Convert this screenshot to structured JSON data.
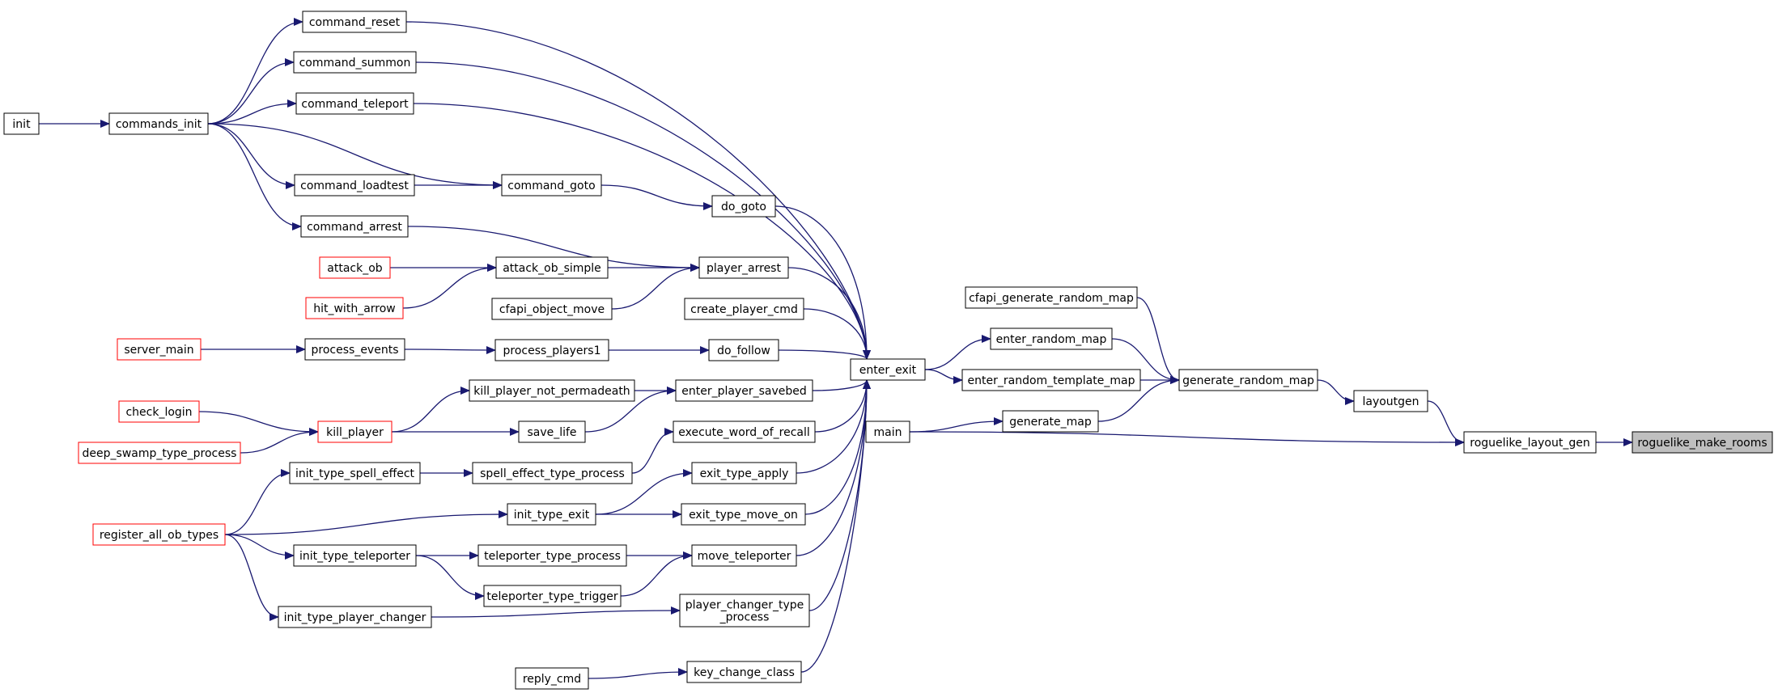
{
  "colors": {
    "edge": "#191970",
    "box_border": "#000000",
    "red_border": "#ff0000",
    "highlight_fill": "#bfbfbf"
  },
  "nodes": [
    {
      "id": "roguelike_make_rooms",
      "lines": [
        "roguelike_make_rooms"
      ],
      "style": "highlight"
    },
    {
      "id": "roguelike_layout_gen",
      "lines": [
        "roguelike_layout_gen"
      ],
      "style": "normal"
    },
    {
      "id": "layoutgen",
      "lines": [
        "layoutgen"
      ],
      "style": "normal"
    },
    {
      "id": "main",
      "lines": [
        "main"
      ],
      "style": "normal"
    },
    {
      "id": "generate_random_map",
      "lines": [
        "generate_random_map"
      ],
      "style": "normal"
    },
    {
      "id": "cfapi_generate_random_map",
      "lines": [
        "cfapi_generate_random_map"
      ],
      "style": "normal"
    },
    {
      "id": "enter_random_map",
      "lines": [
        "enter_random_map"
      ],
      "style": "normal"
    },
    {
      "id": "enter_random_template_map",
      "lines": [
        "enter_random_template_map"
      ],
      "style": "normal"
    },
    {
      "id": "generate_map",
      "lines": [
        "generate_map"
      ],
      "style": "normal"
    },
    {
      "id": "enter_exit",
      "lines": [
        "enter_exit"
      ],
      "style": "normal"
    },
    {
      "id": "command_reset",
      "lines": [
        "command_reset"
      ],
      "style": "normal"
    },
    {
      "id": "command_summon",
      "lines": [
        "command_summon"
      ],
      "style": "normal"
    },
    {
      "id": "command_teleport",
      "lines": [
        "command_teleport"
      ],
      "style": "normal"
    },
    {
      "id": "commands_init",
      "lines": [
        "commands_init"
      ],
      "style": "normal"
    },
    {
      "id": "init",
      "lines": [
        "init"
      ],
      "style": "normal"
    },
    {
      "id": "command_loadtest",
      "lines": [
        "command_loadtest"
      ],
      "style": "normal"
    },
    {
      "id": "command_goto",
      "lines": [
        "command_goto"
      ],
      "style": "normal"
    },
    {
      "id": "do_goto",
      "lines": [
        "do_goto"
      ],
      "style": "normal"
    },
    {
      "id": "command_arrest",
      "lines": [
        "command_arrest"
      ],
      "style": "normal"
    },
    {
      "id": "attack_ob",
      "lines": [
        "attack_ob"
      ],
      "style": "red"
    },
    {
      "id": "attack_ob_simple",
      "lines": [
        "attack_ob_simple"
      ],
      "style": "normal"
    },
    {
      "id": "player_arrest",
      "lines": [
        "player_arrest"
      ],
      "style": "normal"
    },
    {
      "id": "hit_with_arrow",
      "lines": [
        "hit_with_arrow"
      ],
      "style": "red"
    },
    {
      "id": "cfapi_object_move",
      "lines": [
        "cfapi_object_move"
      ],
      "style": "normal"
    },
    {
      "id": "create_player_cmd",
      "lines": [
        "create_player_cmd"
      ],
      "style": "normal"
    },
    {
      "id": "server_main",
      "lines": [
        "server_main"
      ],
      "style": "red"
    },
    {
      "id": "process_events",
      "lines": [
        "process_events"
      ],
      "style": "normal"
    },
    {
      "id": "process_players1",
      "lines": [
        "process_players1"
      ],
      "style": "normal"
    },
    {
      "id": "do_follow",
      "lines": [
        "do_follow"
      ],
      "style": "normal"
    },
    {
      "id": "kill_player_not_permadeath",
      "lines": [
        "kill_player_not_permadeath"
      ],
      "style": "normal"
    },
    {
      "id": "enter_player_savebed",
      "lines": [
        "enter_player_savebed"
      ],
      "style": "normal"
    },
    {
      "id": "check_login",
      "lines": [
        "check_login"
      ],
      "style": "red"
    },
    {
      "id": "kill_player",
      "lines": [
        "kill_player"
      ],
      "style": "red"
    },
    {
      "id": "save_life",
      "lines": [
        "save_life"
      ],
      "style": "normal"
    },
    {
      "id": "execute_word_of_recall",
      "lines": [
        "execute_word_of_recall"
      ],
      "style": "normal"
    },
    {
      "id": "deep_swamp_type_process",
      "lines": [
        "deep_swamp_type_process"
      ],
      "style": "red"
    },
    {
      "id": "init_type_spell_effect",
      "lines": [
        "init_type_spell_effect"
      ],
      "style": "normal"
    },
    {
      "id": "spell_effect_type_process",
      "lines": [
        "spell_effect_type_process"
      ],
      "style": "normal"
    },
    {
      "id": "exit_type_apply",
      "lines": [
        "exit_type_apply"
      ],
      "style": "normal"
    },
    {
      "id": "register_all_ob_types",
      "lines": [
        "register_all_ob_types"
      ],
      "style": "red"
    },
    {
      "id": "init_type_exit",
      "lines": [
        "init_type_exit"
      ],
      "style": "normal"
    },
    {
      "id": "exit_type_move_on",
      "lines": [
        "exit_type_move_on"
      ],
      "style": "normal"
    },
    {
      "id": "init_type_teleporter",
      "lines": [
        "init_type_teleporter"
      ],
      "style": "normal"
    },
    {
      "id": "teleporter_type_process",
      "lines": [
        "teleporter_type_process"
      ],
      "style": "normal"
    },
    {
      "id": "move_teleporter",
      "lines": [
        "move_teleporter"
      ],
      "style": "normal"
    },
    {
      "id": "teleporter_type_trigger",
      "lines": [
        "teleporter_type_trigger"
      ],
      "style": "normal"
    },
    {
      "id": "init_type_player_changer",
      "lines": [
        "init_type_player_changer"
      ],
      "style": "normal"
    },
    {
      "id": "player_changer_type_process",
      "lines": [
        "player_changer_type",
        "_process"
      ],
      "style": "normal"
    },
    {
      "id": "reply_cmd",
      "lines": [
        "reply_cmd"
      ],
      "style": "normal"
    },
    {
      "id": "key_change_class",
      "lines": [
        "key_change_class"
      ],
      "style": "normal"
    }
  ],
  "edges": [
    [
      "roguelike_layout_gen",
      "roguelike_make_rooms"
    ],
    [
      "layoutgen",
      "roguelike_layout_gen"
    ],
    [
      "main",
      "roguelike_layout_gen"
    ],
    [
      "generate_random_map",
      "layoutgen"
    ],
    [
      "cfapi_generate_random_map",
      "generate_random_map"
    ],
    [
      "enter_random_map",
      "generate_random_map"
    ],
    [
      "enter_random_template_map",
      "generate_random_map"
    ],
    [
      "generate_map",
      "generate_random_map"
    ],
    [
      "main",
      "generate_map"
    ],
    [
      "enter_exit",
      "enter_random_map"
    ],
    [
      "enter_exit",
      "enter_random_template_map"
    ],
    [
      "command_reset",
      "enter_exit"
    ],
    [
      "command_summon",
      "enter_exit"
    ],
    [
      "command_teleport",
      "enter_exit"
    ],
    [
      "do_goto",
      "enter_exit"
    ],
    [
      "player_arrest",
      "enter_exit"
    ],
    [
      "create_player_cmd",
      "enter_exit"
    ],
    [
      "do_follow",
      "enter_exit"
    ],
    [
      "enter_player_savebed",
      "enter_exit"
    ],
    [
      "execute_word_of_recall",
      "enter_exit"
    ],
    [
      "exit_type_apply",
      "enter_exit"
    ],
    [
      "exit_type_move_on",
      "enter_exit"
    ],
    [
      "move_teleporter",
      "enter_exit"
    ],
    [
      "player_changer_type_process",
      "enter_exit"
    ],
    [
      "key_change_class",
      "enter_exit"
    ],
    [
      "init",
      "commands_init"
    ],
    [
      "commands_init",
      "command_reset"
    ],
    [
      "commands_init",
      "command_summon"
    ],
    [
      "commands_init",
      "command_teleport"
    ],
    [
      "commands_init",
      "command_loadtest"
    ],
    [
      "commands_init",
      "command_goto"
    ],
    [
      "commands_init",
      "command_arrest"
    ],
    [
      "command_loadtest",
      "command_goto"
    ],
    [
      "command_goto",
      "do_goto"
    ],
    [
      "command_arrest",
      "player_arrest"
    ],
    [
      "attack_ob",
      "attack_ob_simple"
    ],
    [
      "hit_with_arrow",
      "attack_ob_simple"
    ],
    [
      "attack_ob_simple",
      "player_arrest"
    ],
    [
      "cfapi_object_move",
      "player_arrest"
    ],
    [
      "server_main",
      "process_events"
    ],
    [
      "process_events",
      "process_players1"
    ],
    [
      "process_players1",
      "do_follow"
    ],
    [
      "kill_player_not_permadeath",
      "enter_player_savebed"
    ],
    [
      "check_login",
      "kill_player"
    ],
    [
      "deep_swamp_type_process",
      "kill_player"
    ],
    [
      "kill_player",
      "kill_player_not_permadeath"
    ],
    [
      "kill_player",
      "save_life"
    ],
    [
      "save_life",
      "enter_player_savebed"
    ],
    [
      "register_all_ob_types",
      "init_type_spell_effect"
    ],
    [
      "register_all_ob_types",
      "init_type_exit"
    ],
    [
      "register_all_ob_types",
      "init_type_teleporter"
    ],
    [
      "register_all_ob_types",
      "init_type_player_changer"
    ],
    [
      "init_type_spell_effect",
      "spell_effect_type_process"
    ],
    [
      "spell_effect_type_process",
      "execute_word_of_recall"
    ],
    [
      "init_type_exit",
      "exit_type_apply"
    ],
    [
      "init_type_exit",
      "exit_type_move_on"
    ],
    [
      "init_type_teleporter",
      "teleporter_type_process"
    ],
    [
      "init_type_teleporter",
      "teleporter_type_trigger"
    ],
    [
      "teleporter_type_process",
      "move_teleporter"
    ],
    [
      "teleporter_type_trigger",
      "move_teleporter"
    ],
    [
      "init_type_player_changer",
      "player_changer_type_process"
    ],
    [
      "reply_cmd",
      "key_change_class"
    ]
  ]
}
